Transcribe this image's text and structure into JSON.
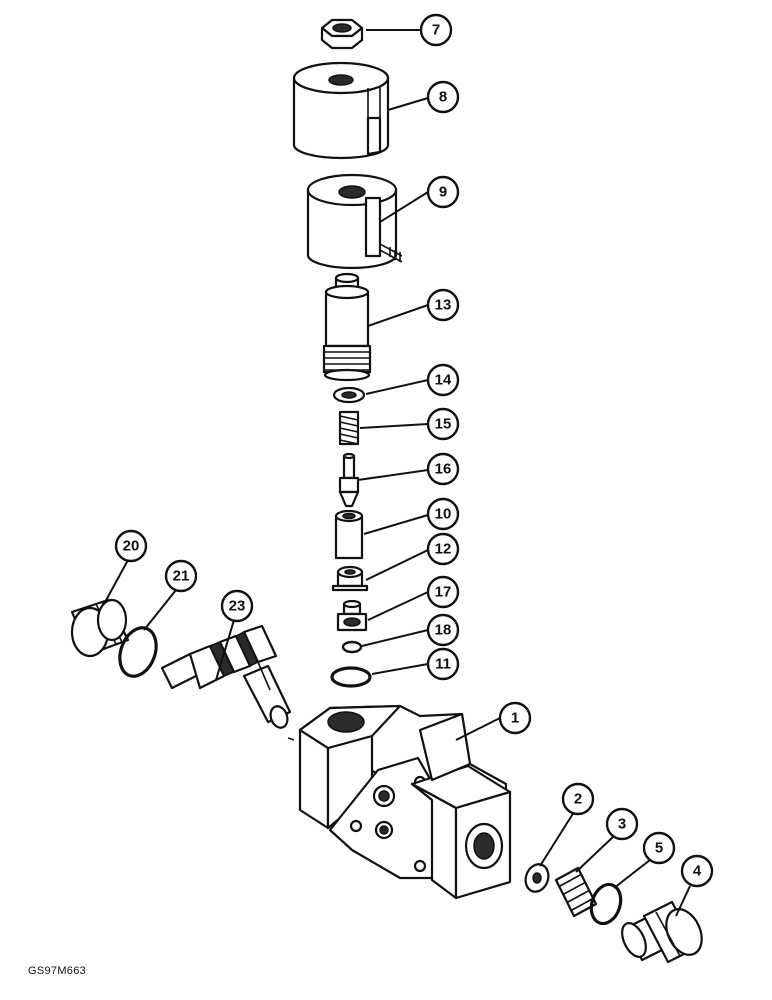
{
  "figure_code": "GS97M663",
  "callouts": [
    {
      "id": "7",
      "label": "7"
    },
    {
      "id": "8",
      "label": "8"
    },
    {
      "id": "9",
      "label": "9"
    },
    {
      "id": "13",
      "label": "13"
    },
    {
      "id": "14",
      "label": "14"
    },
    {
      "id": "15",
      "label": "15"
    },
    {
      "id": "16",
      "label": "16"
    },
    {
      "id": "10",
      "label": "10"
    },
    {
      "id": "12",
      "label": "12"
    },
    {
      "id": "17",
      "label": "17"
    },
    {
      "id": "18",
      "label": "18"
    },
    {
      "id": "11",
      "label": "11"
    },
    {
      "id": "1",
      "label": "1"
    },
    {
      "id": "20",
      "label": "20"
    },
    {
      "id": "21",
      "label": "21"
    },
    {
      "id": "23",
      "label": "23"
    },
    {
      "id": "2",
      "label": "2"
    },
    {
      "id": "3",
      "label": "3"
    },
    {
      "id": "5",
      "label": "5"
    },
    {
      "id": "4",
      "label": "4"
    }
  ]
}
